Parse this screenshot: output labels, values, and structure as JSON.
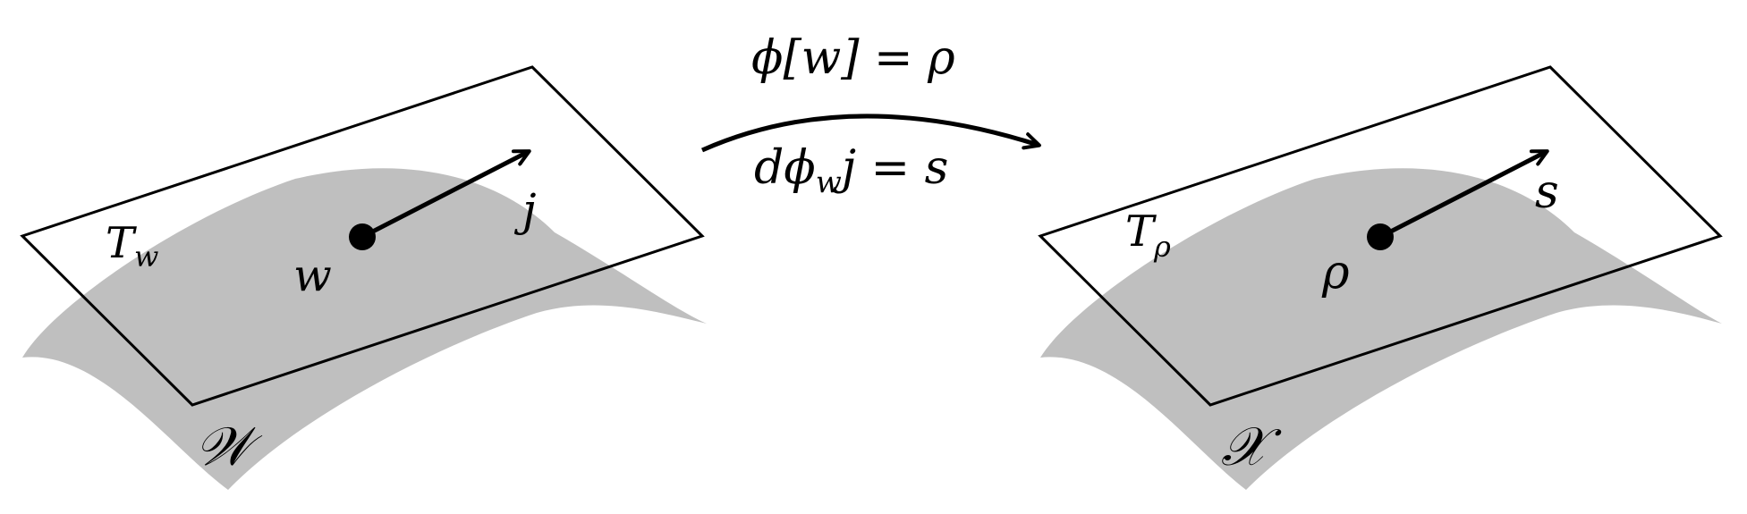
{
  "colors": {
    "manifold_fill": "#bfbfbf",
    "stroke": "#000000",
    "background": "#ffffff"
  },
  "left_panel": {
    "manifold_label": "𝒲",
    "tangent_label_main": "T",
    "tangent_label_sub": "w",
    "point_label": "w",
    "vector_label": "j"
  },
  "mapping": {
    "top_equation": "ϕ[w] = ρ",
    "bottom_equation_pre": "dϕ",
    "bottom_equation_sub": "w",
    "bottom_equation_post": "j = s"
  },
  "right_panel": {
    "manifold_label": "𝒳",
    "tangent_label_main": "T",
    "tangent_label_sub": "ρ",
    "point_label": "ρ",
    "vector_label": "s"
  }
}
